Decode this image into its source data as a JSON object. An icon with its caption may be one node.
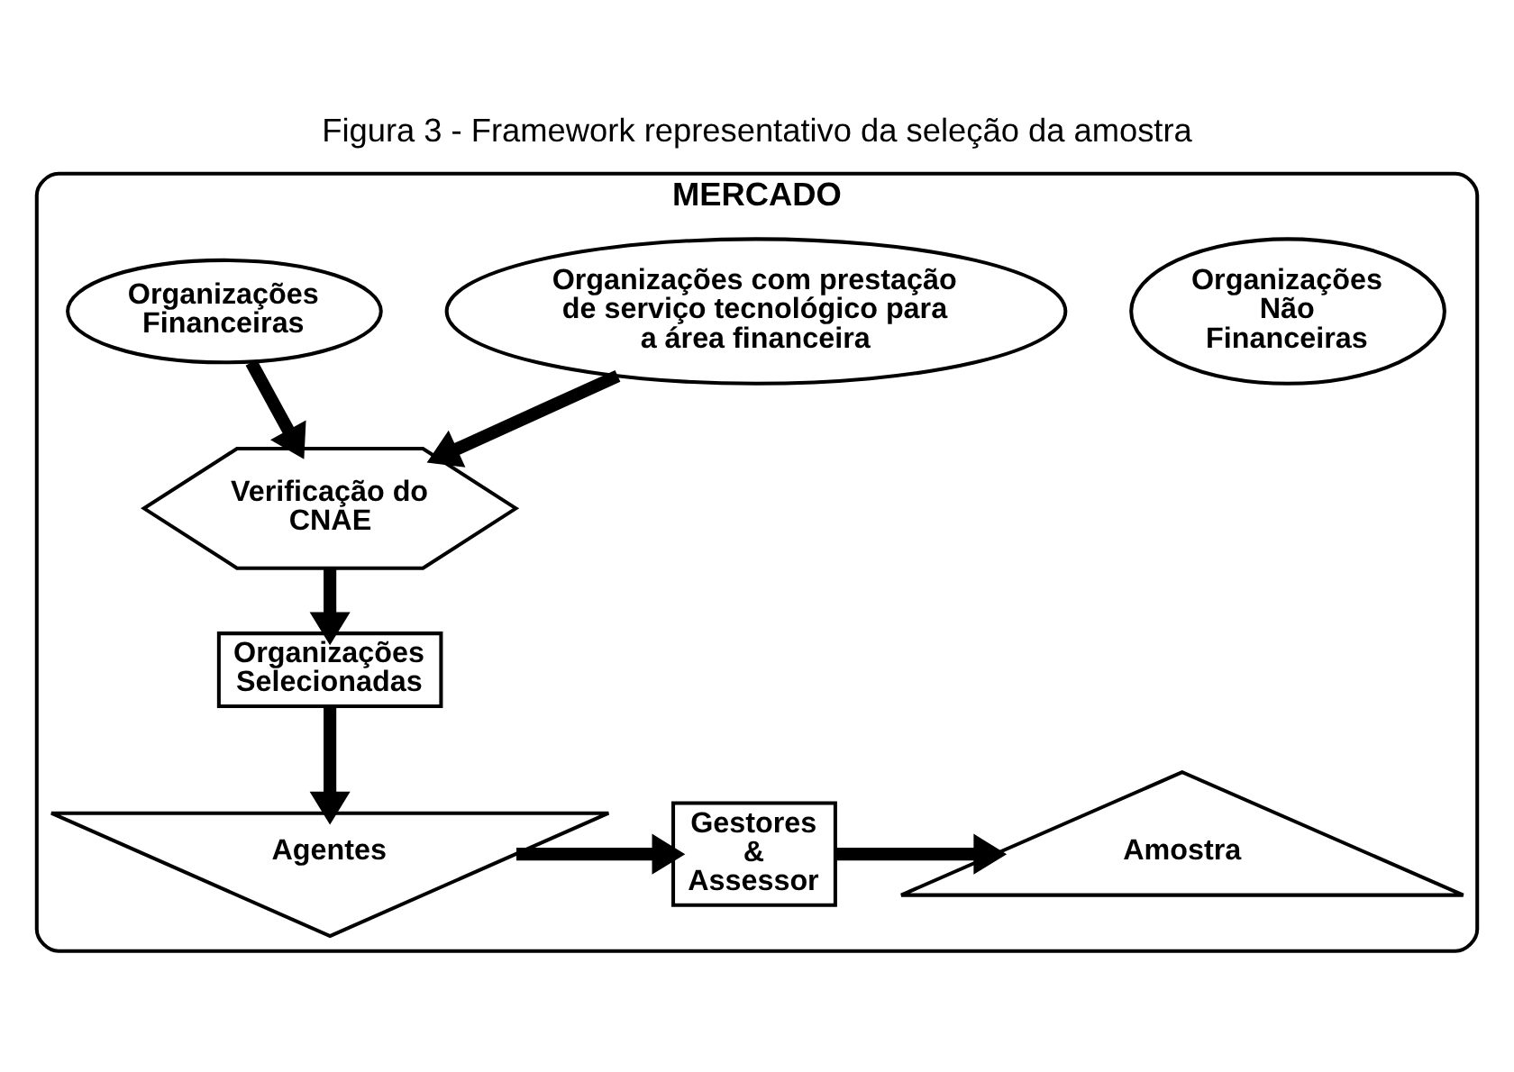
{
  "diagram": {
    "title": "Figura 3 - Framework representativo da seleção da amostra",
    "nodes": [
      {
        "text": [
          "MERCADO"
        ]
      },
      {
        "text": [
          "Organizações Financeiras"
        ],
        "in": 0
      },
      {
        "text": [
          "Organizações com prestação de serviço tecnológico para a área financeira"
        ],
        "in": 0
      },
      {
        "text": [
          "Organizações Não Financeiras"
        ],
        "in": 0
      },
      {
        "text": [
          "Verificação do CNAE"
        ],
        "in": 0
      },
      {
        "text": [
          "Organizações Selecionadas"
        ],
        "in": 0
      },
      {
        "text": [
          "Agentes"
        ],
        "in": 0
      },
      {
        "text": [
          "Gestores",
          "&",
          "Assessor"
        ],
        "in": 0
      },
      {
        "text": [
          "Amostra"
        ],
        "in": 0
      }
    ],
    "edges": [
      {
        "from": 1,
        "to": 4,
        "arrow": "to"
      },
      {
        "from": 2,
        "to": 4,
        "arrow": "to"
      },
      {
        "from": 4,
        "to": 5,
        "arrow": "to"
      },
      {
        "from": 5,
        "to": 6,
        "arrow": "to"
      },
      {
        "from": 6,
        "to": 7,
        "arrow": "to"
      },
      {
        "from": 7,
        "to": 8,
        "arrow": "to"
      }
    ]
  }
}
